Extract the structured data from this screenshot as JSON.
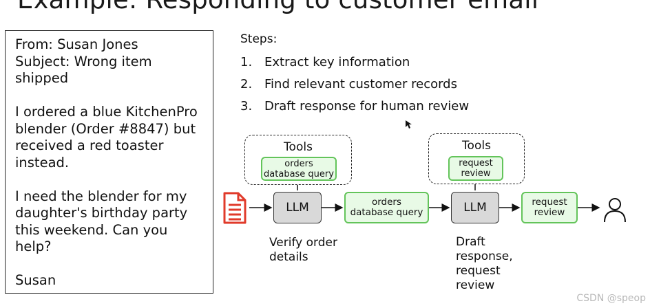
{
  "title": "Example: Responding to customer email",
  "email": {
    "from": "From: Susan Jones",
    "subject_lines": [
      "Subject: Wrong item",
      "shipped"
    ],
    "body_para1": [
      "I ordered a blue KitchenPro",
      "blender (Order #8847) but",
      "received a red toaster",
      "instead."
    ],
    "body_para2": [
      "I need the blender for my",
      "daughter's birthday party",
      "this weekend. Can you",
      "help?"
    ],
    "signature": "Susan"
  },
  "steps": {
    "heading": "Steps:",
    "items": [
      {
        "num": "1.",
        "text": "Extract key information"
      },
      {
        "num": "2.",
        "text": "Find relevant customer records"
      },
      {
        "num": "3.",
        "text": "Draft response for human review"
      }
    ]
  },
  "diagram": {
    "tools_label": "Tools",
    "tool_left": [
      "orders",
      "database query"
    ],
    "tool_right": [
      "request",
      "review"
    ],
    "llm_label": "LLM",
    "node_query": [
      "orders",
      "database query"
    ],
    "node_review": [
      "request",
      "review"
    ],
    "caption_left": [
      "Verify order",
      "details"
    ],
    "caption_right": [
      "Draft",
      "response,",
      "request",
      "review"
    ]
  },
  "colors": {
    "green_fill": "#e8fae6",
    "green_border": "#63c45a",
    "llm_fill": "#d9d9d9",
    "document_icon": "#e03a2a"
  },
  "watermark": "CSDN @speop"
}
